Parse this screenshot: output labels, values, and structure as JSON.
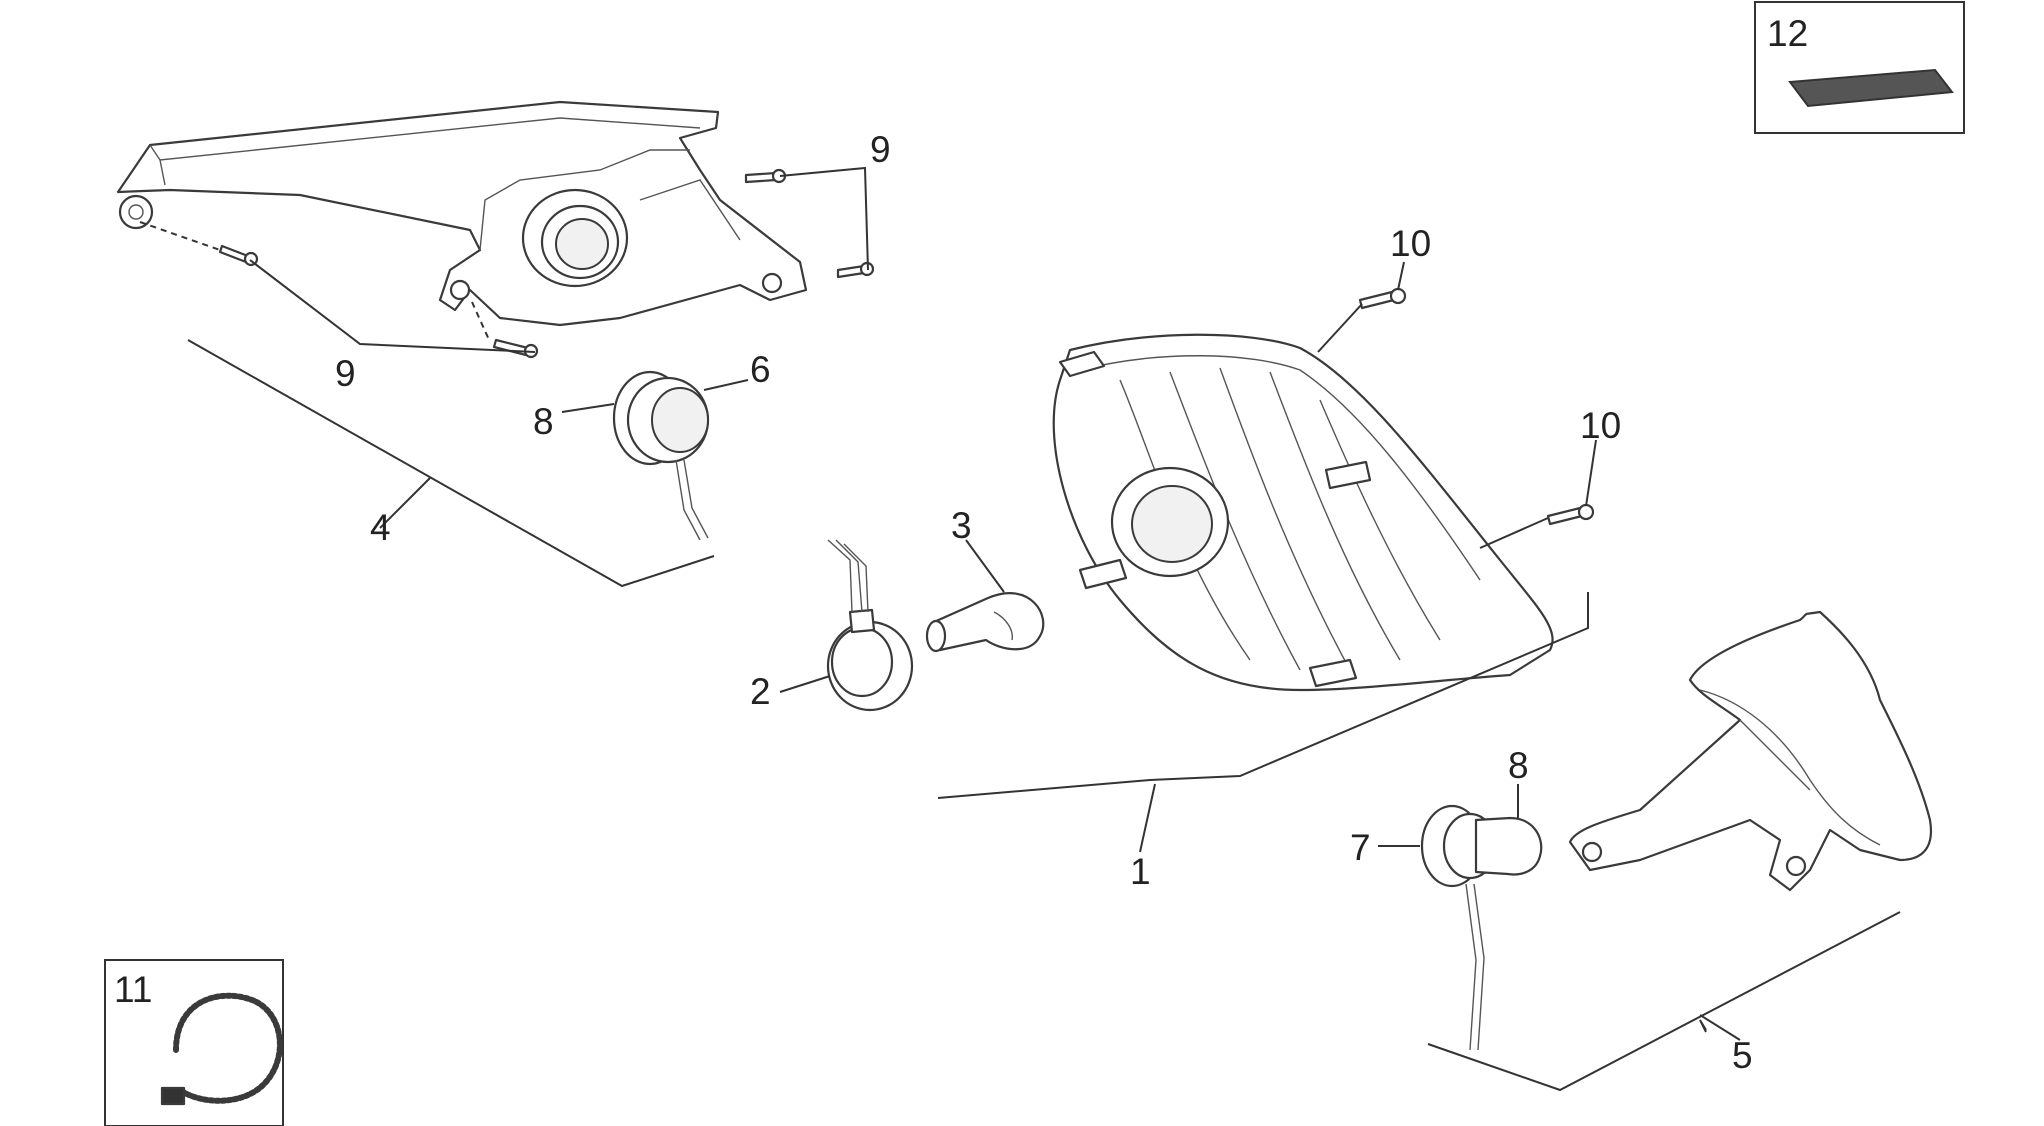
{
  "parts": [
    {
      "id": "p1",
      "number": "1"
    },
    {
      "id": "p2",
      "number": "2"
    },
    {
      "id": "p3",
      "number": "3"
    },
    {
      "id": "p4",
      "number": "4"
    },
    {
      "id": "p5",
      "number": "5"
    },
    {
      "id": "p6",
      "number": "6"
    },
    {
      "id": "p7",
      "number": "7"
    },
    {
      "id": "p8a",
      "number": "8"
    },
    {
      "id": "p8b",
      "number": "8"
    },
    {
      "id": "p9a",
      "number": "9"
    },
    {
      "id": "p9b",
      "number": "9"
    },
    {
      "id": "p10a",
      "number": "10"
    },
    {
      "id": "p10b",
      "number": "10"
    },
    {
      "id": "p11",
      "number": "11"
    },
    {
      "id": "p12",
      "number": "12"
    }
  ]
}
